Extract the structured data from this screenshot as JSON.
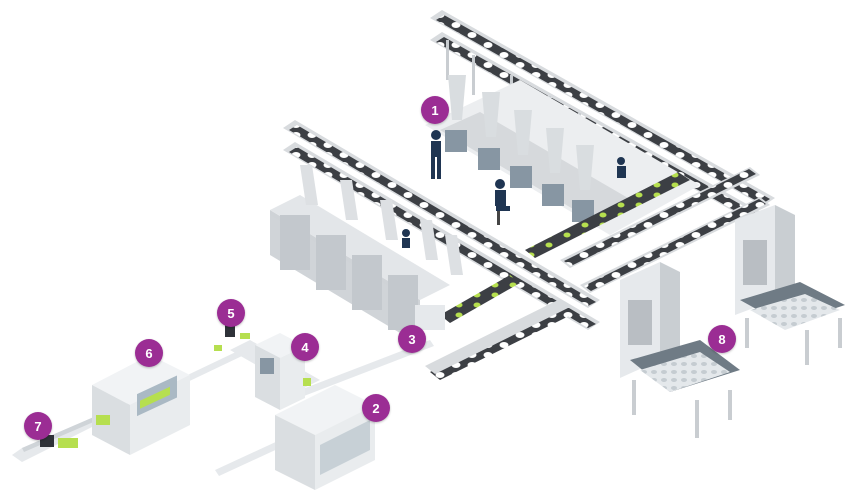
{
  "colors": {
    "marker": "#9b2d94",
    "belt_dark": "#3c3f44",
    "belt_frame": "#d8dbde",
    "machine_light": "#eef0f2",
    "machine_mid": "#d6d9dc",
    "machine_dark": "#b9bec3",
    "window": "#aab9c4",
    "product_green": "#b6df4f",
    "bottle": "#ffffff",
    "worker": "#1f3552"
  },
  "markers": [
    "1",
    "2",
    "3",
    "4",
    "5",
    "6",
    "7",
    "8"
  ]
}
